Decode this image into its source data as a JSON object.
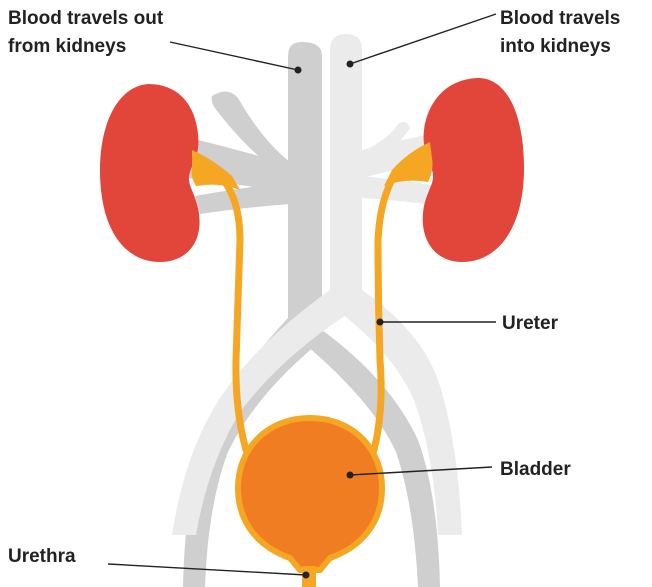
{
  "labels": {
    "veins_line1": "Blood travels out",
    "veins_line2": "from kidneys",
    "arteries_line1": "Blood travels",
    "arteries_line2": "into kidneys",
    "ureter": "Ureter",
    "bladder": "Bladder",
    "urethra": "Urethra"
  },
  "colors": {
    "kidney": "#e2453a",
    "ureter": "#f5a623",
    "bladder": "#f07d22",
    "vein": "#cfcfcf",
    "artery": "#ebebeb",
    "text": "#222222"
  }
}
